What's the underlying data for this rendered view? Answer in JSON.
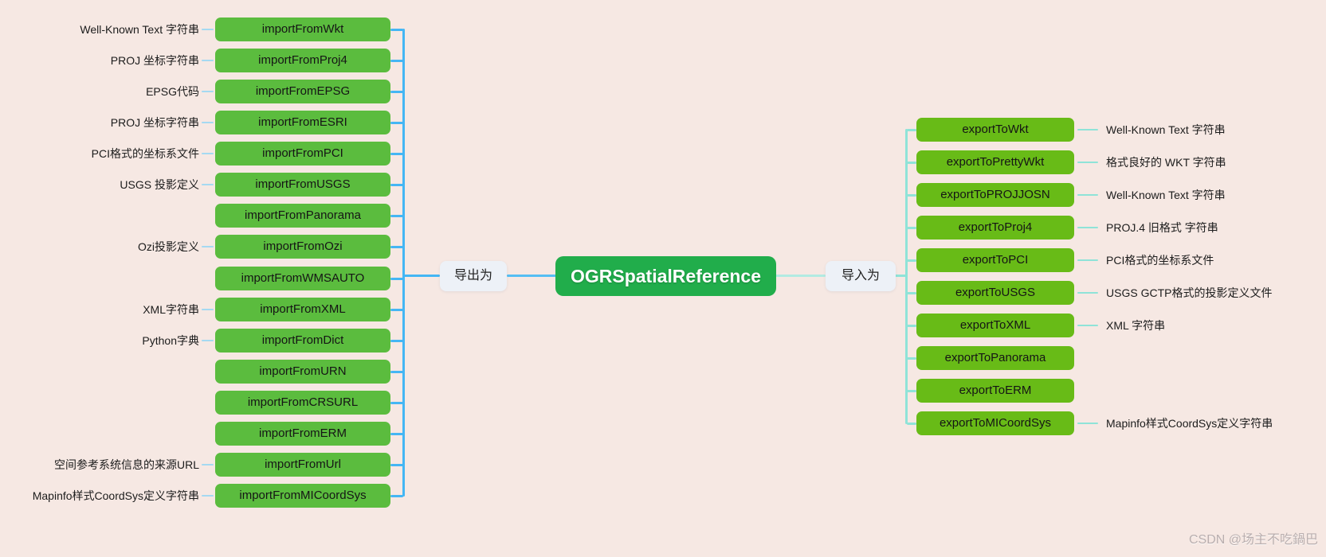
{
  "root": {
    "label": "OGRSpatialReference"
  },
  "left_branch": {
    "label": "导出为",
    "items": [
      {
        "method": "importFromWkt",
        "note": "Well-Known Text 字符串"
      },
      {
        "method": "importFromProj4",
        "note": "PROJ 坐标字符串"
      },
      {
        "method": "importFromEPSG",
        "note": "EPSG代码"
      },
      {
        "method": "importFromESRI",
        "note": "PROJ 坐标字符串"
      },
      {
        "method": "importFromPCI",
        "note": "PCI格式的坐标系文件"
      },
      {
        "method": "importFromUSGS",
        "note": "USGS 投影定义"
      },
      {
        "method": "importFromPanorama",
        "note": ""
      },
      {
        "method": "importFromOzi",
        "note": "Ozi投影定义"
      },
      {
        "method": "importFromWMSAUTO",
        "note": ""
      },
      {
        "method": "importFromXML",
        "note": "XML字符串"
      },
      {
        "method": "importFromDict",
        "note": "Python字典"
      },
      {
        "method": "importFromURN",
        "note": ""
      },
      {
        "method": "importFromCRSURL",
        "note": ""
      },
      {
        "method": "importFromERM",
        "note": ""
      },
      {
        "method": "importFromUrl",
        "note": "空间参考系统信息的来源URL"
      },
      {
        "method": "importFromMICoordSys",
        "note": "Mapinfo样式CoordSys定义字符串"
      }
    ]
  },
  "right_branch": {
    "label": "导入为",
    "items": [
      {
        "method": "exportToWkt",
        "note": "Well-Known Text 字符串"
      },
      {
        "method": "exportToPrettyWkt",
        "note": "格式良好的 WKT 字符串"
      },
      {
        "method": "exportToPROJJOSN",
        "note": "Well-Known Text 字符串"
      },
      {
        "method": "exportToProj4",
        "note": "PROJ.4 旧格式 字符串"
      },
      {
        "method": "exportToPCI",
        "note": "PCI格式的坐标系文件"
      },
      {
        "method": "exportToUSGS",
        "note": "USGS GCTP格式的投影定义文件"
      },
      {
        "method": "exportToXML",
        "note": "XML 字符串"
      },
      {
        "method": "exportToPanorama",
        "note": ""
      },
      {
        "method": "exportToERM",
        "note": ""
      },
      {
        "method": "exportToMICoordSys",
        "note": "Mapinfo样式CoordSys定义字符串"
      }
    ]
  },
  "watermark": "CSDN @场主不吃鍋巴",
  "colors": {
    "background": "#f6e8e3",
    "left_node_green": "#5bbc3e",
    "right_node_green": "#68bb17",
    "root_green": "#21ad4b",
    "branch_blue": "#44b6f4",
    "branch_blue_bright": "#55bef3",
    "branch_blue_light": "#a5d9f2",
    "branch_teal": "#8fe3d8",
    "branch_teal_pale": "#b2ebe2",
    "chip_background": "#edf1f7",
    "watermark_gray": "#b9aeae"
  }
}
